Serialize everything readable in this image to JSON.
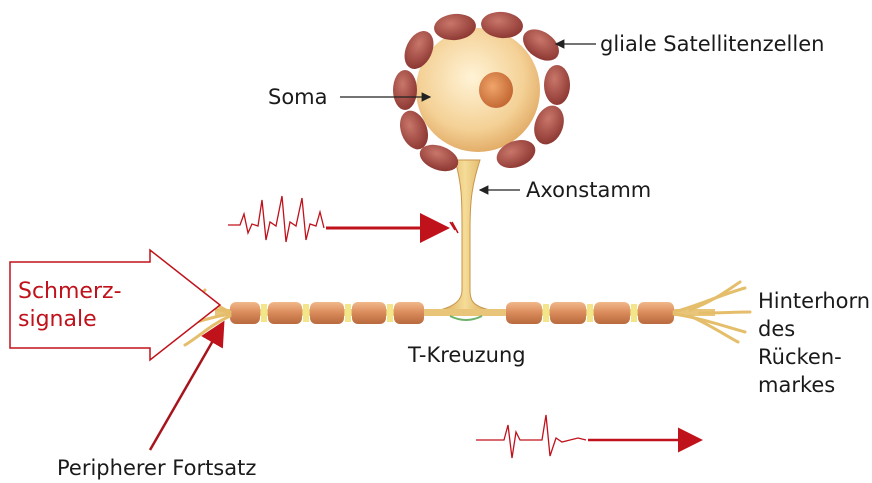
{
  "labels": {
    "glial": "gliale Satellitenzellen",
    "soma": "Soma",
    "axon_stem": "Axonstamm",
    "signal_line1": "Schmerz-",
    "signal_line2": "signale",
    "t_junction": "T-Kreuzung",
    "dorsal_horn_line1": "Hinterhorn",
    "dorsal_horn_line2": "des",
    "dorsal_horn_line3": "Rücken-",
    "dorsal_horn_line4": "markes",
    "peripheral": "Peripherer Fortsatz"
  },
  "colors": {
    "signal_red": "#c0121b",
    "myelin": "#d98a5a",
    "node": "#f2e58a",
    "axon": "#e8c87a",
    "satellite_cell": "#a34a42",
    "soma": "#f7d9a0",
    "nucleus": "#d8834a"
  }
}
